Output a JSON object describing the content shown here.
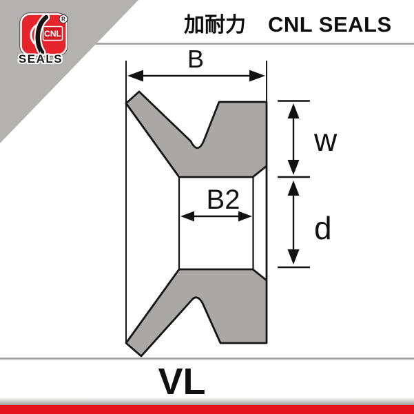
{
  "header": {
    "brand_cn": "加耐力",
    "brand_en": "CNL SEALS"
  },
  "logo": {
    "cnl": "CNL",
    "seals": "SEALS",
    "registered": "R"
  },
  "diagram": {
    "b_label": "B",
    "w_label": "w",
    "b2_label": "B2",
    "d_label": "d",
    "type_label": "VL"
  },
  "colors": {
    "seal_fill": "#a9a8a6",
    "corner_triangle": "#b3b2b0",
    "divider_gray": "#9b9b99",
    "accent_red": "#e3141e",
    "logo_red": "#e6242b",
    "logo_red_dark": "#cf1b22"
  }
}
